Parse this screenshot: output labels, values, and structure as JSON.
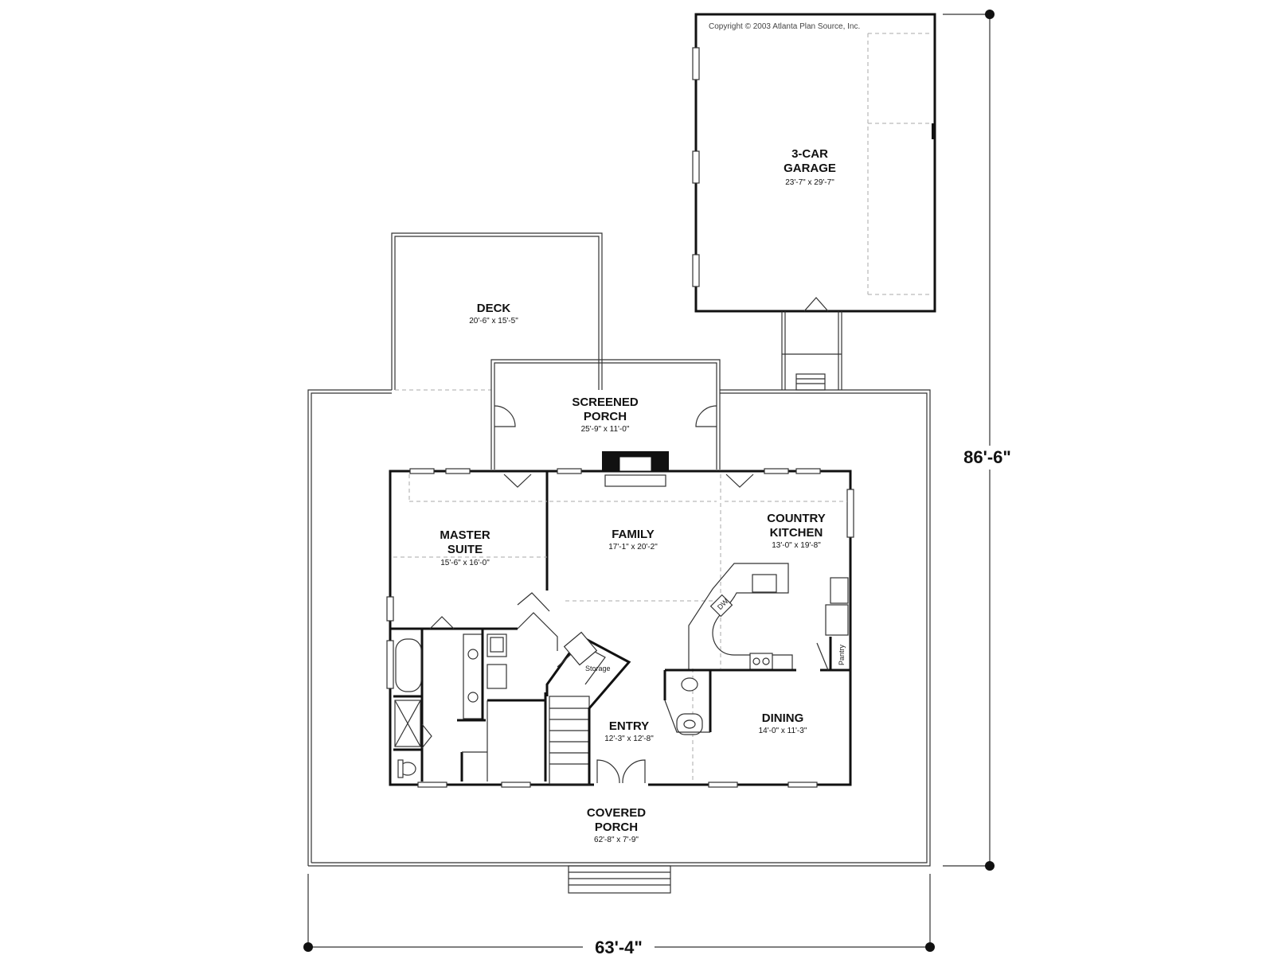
{
  "copyright": "Copyright © 2003 Atlanta Plan Source, Inc.",
  "rooms": {
    "garage": {
      "name_lines": [
        "3-CAR",
        "GARAGE"
      ],
      "dims": "23'-7\" x 29'-7\""
    },
    "deck": {
      "name_lines": [
        "DECK"
      ],
      "dims": "20'-6\" x 15'-5\""
    },
    "screened_porch": {
      "name_lines": [
        "SCREENED",
        "PORCH"
      ],
      "dims": "25'-9\" x 11'-0\""
    },
    "master_suite": {
      "name_lines": [
        "MASTER",
        "SUITE"
      ],
      "dims": "15'-6\" x 16'-0\""
    },
    "family": {
      "name_lines": [
        "FAMILY"
      ],
      "dims": "17'-1\" x 20'-2\""
    },
    "country_kitchen": {
      "name_lines": [
        "COUNTRY",
        "KITCHEN"
      ],
      "dims": "13'-0\" x 19'-8\""
    },
    "entry": {
      "name_lines": [
        "ENTRY"
      ],
      "dims": "12'-3\" x 12'-8\""
    },
    "dining": {
      "name_lines": [
        "DINING"
      ],
      "dims": "14'-0\" x 11'-3\""
    },
    "covered_porch": {
      "name_lines": [
        "COVERED",
        "PORCH"
      ],
      "dims": "62'-8\" x 7'-9\""
    }
  },
  "labels": {
    "storage": "Storage",
    "pantry": "Pantry",
    "dw": "DW"
  },
  "overall_dimensions": {
    "width": "63'-4\"",
    "depth": "86'-6\""
  }
}
